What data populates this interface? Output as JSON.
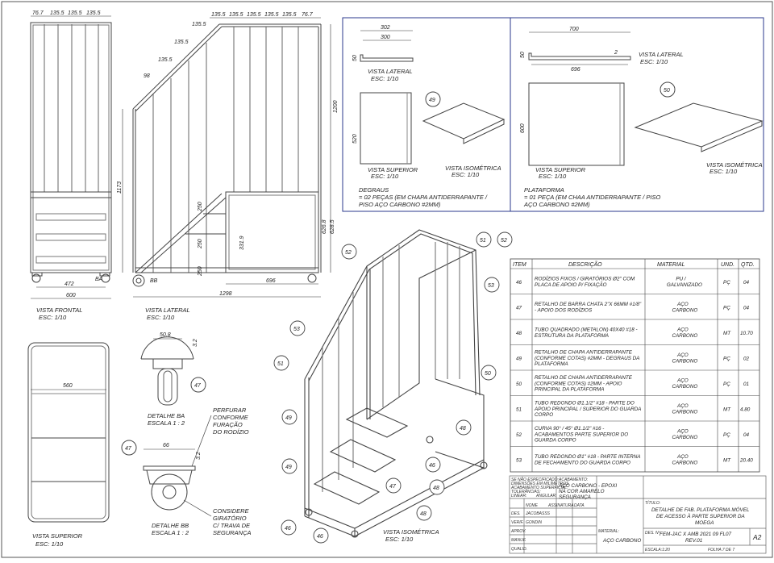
{
  "views": {
    "front": {
      "caption": "VISTA FRONTAL",
      "scale": "ESC: 1/10",
      "w_total": "600",
      "w_inner": "472",
      "ba": "BA",
      "top_dims": [
        "76.7",
        "135.5",
        "135.5",
        "135.5"
      ]
    },
    "side": {
      "caption": "VISTA LATERAL",
      "scale": "ESC: 1/10",
      "len_total": "1298",
      "len_platform": "696",
      "detail_ref": "BB",
      "h_total": "1200",
      "h_rail": "1173",
      "h_platform": "626.8",
      "h_platform2": "628.5",
      "h_box": "331.9",
      "step": [
        "250",
        "250",
        "250"
      ],
      "step_dims": [
        "98",
        "135.5",
        "135.5",
        "135.5"
      ],
      "top_dims": [
        "135.5",
        "135.5",
        "135.5",
        "135.5",
        "135.5",
        "76.7"
      ]
    },
    "top": {
      "caption": "VISTA SUPERIOR",
      "scale": "ESC: 1/10",
      "width": "560"
    },
    "detail_ba": {
      "caption": "DETALHE BA",
      "scale": "ESCALA 1 : 2",
      "w": "50.8",
      "h": "3.2",
      "balloon": "47"
    },
    "detail_bb": {
      "caption": "DETALHE BB",
      "scale": "ESCALA 1 : 2",
      "w": "66",
      "h": "3.2",
      "balloon": "47",
      "note1": [
        "PERFURAR",
        "CONFORME",
        "FURAÇÃO",
        "DO RODÍZIO"
      ],
      "note2": [
        "CONSIDERE",
        "GIRATÓRIO",
        "C/ TRAVA DE",
        "SEGURANÇA"
      ]
    },
    "iso": {
      "caption": "VISTA ISOMÉTRICA",
      "scale": "ESC: 1/10"
    }
  },
  "degraus": {
    "lateral": {
      "caption": "VISTA LATERAL",
      "scale": "ESC: 1/10",
      "d1": "302",
      "d2": "300",
      "d3": "50"
    },
    "superior": {
      "caption": "VISTA SUPERIOR",
      "scale": "ESC: 1/10",
      "h": "520"
    },
    "iso": {
      "caption": "VISTA ISOMÉTRICA",
      "scale": "ESC: 1/10",
      "balloon": "49"
    },
    "note": [
      "DEGRAUS",
      "= 02 PEÇAS (EM CHAPA ANTIDERRAPANTE /",
      "PISO AÇO CARBONO #2MM)"
    ]
  },
  "plataforma": {
    "lateral": {
      "caption": "VISTA LATERAL",
      "scale": "ESC: 1/10",
      "d1": "700",
      "d2": "696",
      "d3": "50",
      "d4": "2"
    },
    "superior": {
      "caption": "VISTA SUPERIOR",
      "scale": "ESC: 1/10",
      "h": "600"
    },
    "iso": {
      "caption": "VISTA ISOMÉTRICA",
      "scale": "ESC: 1/10",
      "balloon": "50"
    },
    "note": [
      "PLATAFORMA",
      "= 01 PEÇA (EM CHAA ANTIDERRAPANTE / PISO",
      "AÇO CARBONO #2MM)"
    ]
  },
  "bom": {
    "headers": [
      "ITEM",
      "DESCRIÇÃO",
      "MATERIAL",
      "UND.",
      "QTD."
    ],
    "rows": [
      {
        "item": "46",
        "desc": [
          "RODÍZIOS FIXOS / GIRATÓRIOS Ø2\" COM",
          "PLACA DE APOIO P/ FIXAÇÃO"
        ],
        "mat": [
          "PU /",
          "GALVANIZADO"
        ],
        "und": "PÇ",
        "qtd": "04"
      },
      {
        "item": "47",
        "desc": [
          "RETALHO DE BARRA CHATA 2\"X 66MM #1/8\"",
          "- APOIO DOS RODÍZIOS"
        ],
        "mat": [
          "AÇO",
          "CARBONO"
        ],
        "und": "PÇ",
        "qtd": "04"
      },
      {
        "item": "48",
        "desc": [
          "TUBO QUADRADO (METALON) 40X40 #18 -",
          "ESTRUTURA DA PLATAFORMA"
        ],
        "mat": [
          "AÇO",
          "CARBONO"
        ],
        "und": "MT",
        "qtd": "10.70"
      },
      {
        "item": "49",
        "desc": [
          "RETALHO DE CHAPA ANTIDERRAPANTE",
          "(CONFORME COTAS) #2MM - DEGRAUS DA",
          "PLATAFORMA"
        ],
        "mat": [
          "AÇO",
          "CARBONO"
        ],
        "und": "PÇ",
        "qtd": "02"
      },
      {
        "item": "50",
        "desc": [
          "RETALHO DE CHAPA ANTIDERRAPANTE",
          "(CONFORME COTAS) #2MM - APOIO",
          "PRINCIPAL DA PLATAFORMA"
        ],
        "mat": [
          "AÇO",
          "CARBONO"
        ],
        "und": "PÇ",
        "qtd": "01"
      },
      {
        "item": "51",
        "desc": [
          "TUBO REDONDO Ø1.1/2\" #18 - PARTE DO",
          "APOIO PRINCIPAL / SUPERIOR DO GUARDA",
          "CORPO"
        ],
        "mat": [
          "AÇO",
          "CARBONO"
        ],
        "und": "MT",
        "qtd": "4.80"
      },
      {
        "item": "52",
        "desc": [
          "CURVA 90° / 45° Ø1.1/2\" #16 -",
          "ACABAMENTOS PARTE SUPERIOR DO",
          "GUARDA CORPO"
        ],
        "mat": [
          "AÇO",
          "CARBONO"
        ],
        "und": "PÇ",
        "qtd": "04"
      },
      {
        "item": "53",
        "desc": [
          "TUBO REDONDO Ø1\" #18 - PARTE INTERNA",
          "DE FECHAMENTO DO GUARDA CORPO"
        ],
        "mat": [
          "AÇO",
          "CARBONO"
        ],
        "und": "MT",
        "qtd": "20.40"
      }
    ]
  },
  "title_block": {
    "acabamento_label": "ACABAMENTO:",
    "acabamento": [
      "AÇO CARBONO - EPOXI",
      "NA COR AMARELO",
      "SEGURANÇA"
    ],
    "titulo_label": "TÍTULO:",
    "titulo": [
      "DETALHE DE FAB. PLATAFORMA MÓVEL",
      "DE ACESSO À PARTE SUPERIOR DA",
      "MOEGA"
    ],
    "desenho_label": "DES. Nº",
    "desenho": "FEM-JAC X AMB 2021 09 FL07",
    "rev": "REV.01",
    "format": "A2",
    "material_label": "MATERIAL:",
    "material": "AÇO CARBONO",
    "rows": [
      "DES.",
      "VERIF.",
      "APROV.",
      "MANUF.",
      "QUALID."
    ],
    "names": [
      "JACOBASSS",
      "GONDIN"
    ],
    "left_notes": [
      "SE NÃO ESPECIFICADO:",
      "DIMENSÕES EM MILÍMETROS",
      "ACABAMENTO SUPERFICIAL:",
      "TOLERÂNCIAS:",
      "LINEAR:",
      "ANGULAR:"
    ],
    "cols": [
      "NOME",
      "ASSINATURA",
      "DATA"
    ],
    "escala_label": "ESCALA:1:20",
    "folha_label": "FOLHA 7 DE 7"
  },
  "balloons_iso": [
    "52",
    "51",
    "52",
    "53",
    "53",
    "51",
    "50",
    "48",
    "49",
    "49",
    "47",
    "48",
    "48",
    "46",
    "46",
    "46"
  ]
}
